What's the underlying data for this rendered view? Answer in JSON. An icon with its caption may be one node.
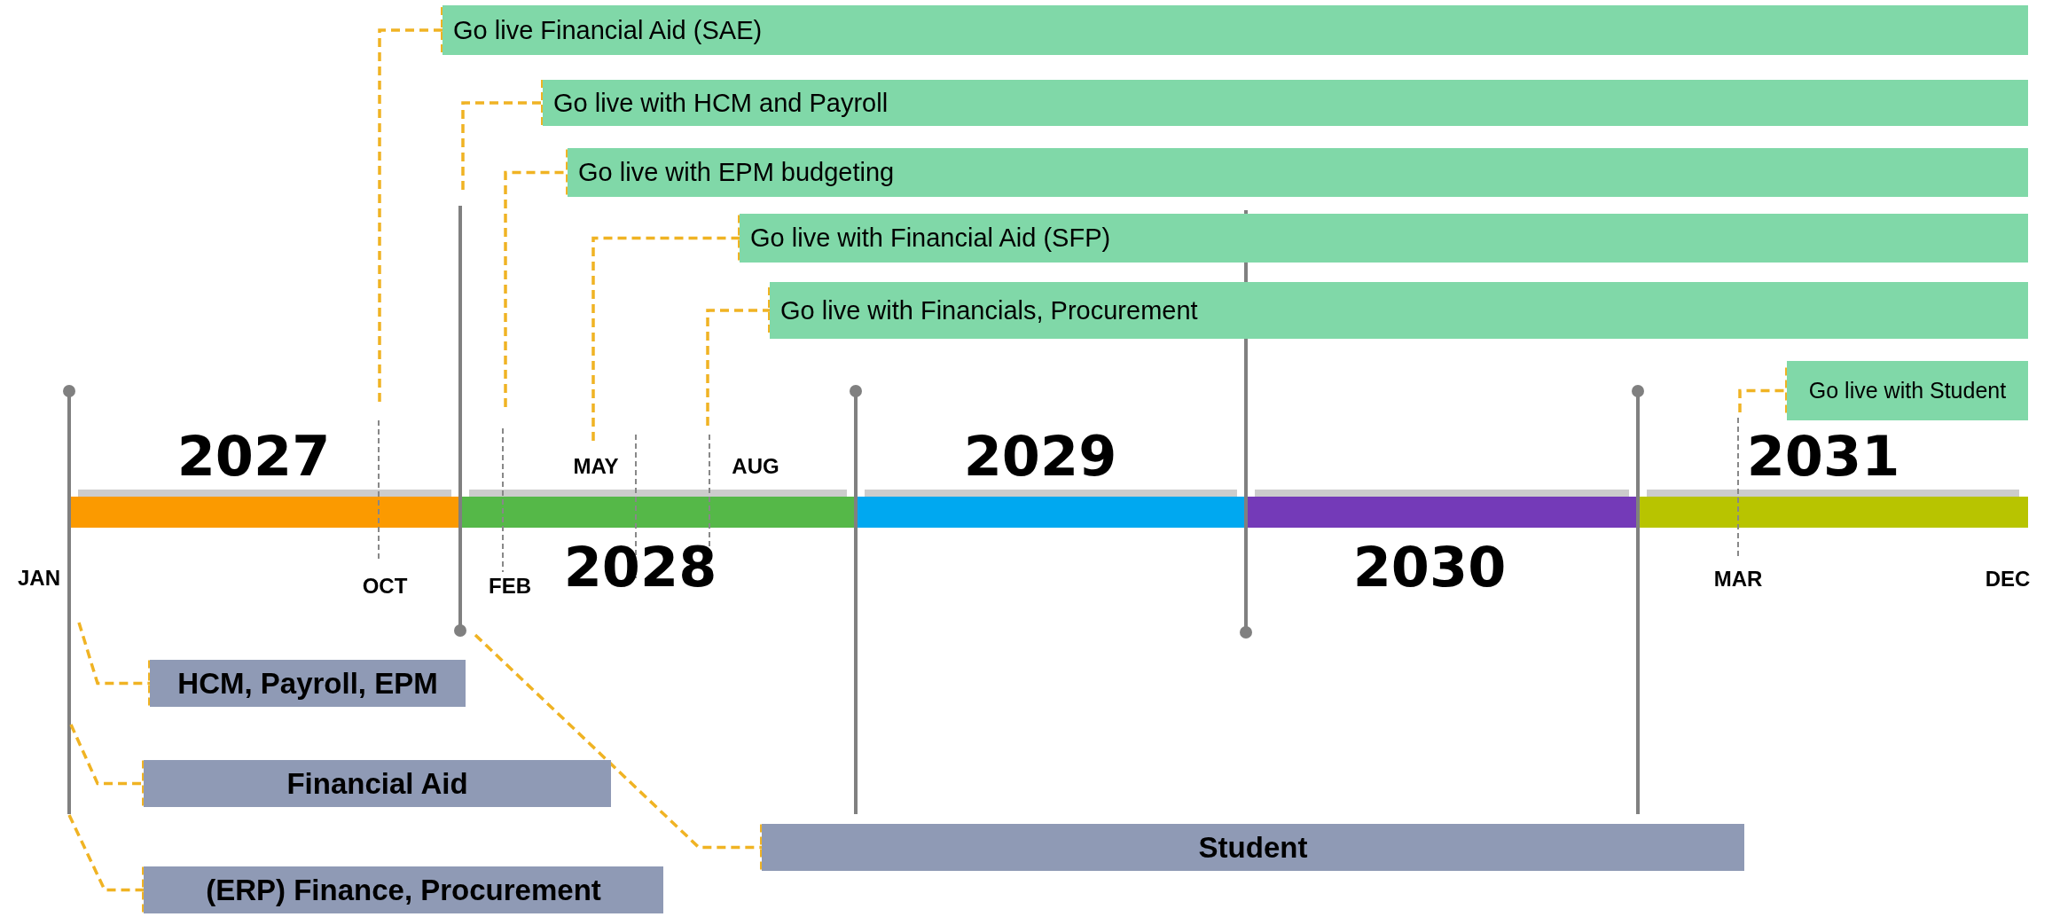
{
  "diagram": {
    "nodes": [
      {
        "text": [
          "Go live Financial Aid (SAE)"
        ]
      },
      {
        "text": [
          "Go live with HCM and Payroll"
        ]
      },
      {
        "text": [
          "Go live with EPM budgeting"
        ]
      },
      {
        "text": [
          "Go live with Financial Aid (SFP)"
        ]
      },
      {
        "text": [
          "Go live with Financials, Procurement"
        ]
      },
      {
        "text": [
          "Go live with Student"
        ]
      },
      {
        "text": [
          "HCM, Payroll, EPM"
        ]
      },
      {
        "text": [
          "Financial Aid"
        ]
      },
      {
        "text": [
          "(ERP) Finance, Procurement"
        ]
      },
      {
        "text": [
          "Student"
        ]
      }
    ],
    "edges": [
      {
        "from": null,
        "to": 0,
        "arrow": "other",
        "style": "dashed"
      },
      {
        "from": null,
        "to": 1,
        "arrow": "other",
        "style": "dashed"
      },
      {
        "from": null,
        "to": 2,
        "arrow": "other",
        "style": "dashed"
      },
      {
        "from": null,
        "to": 3,
        "arrow": "other",
        "style": "dashed"
      },
      {
        "from": null,
        "to": 4,
        "arrow": "other",
        "style": "dashed"
      },
      {
        "from": null,
        "to": 5,
        "arrow": "other",
        "style": "dashed"
      },
      {
        "from": null,
        "to": 6,
        "arrow": "other",
        "style": "dashed"
      },
      {
        "from": null,
        "to": 7,
        "arrow": "other",
        "style": "dashed"
      },
      {
        "from": null,
        "to": 8,
        "arrow": "other",
        "style": "dashed"
      },
      {
        "from": null,
        "to": 9,
        "arrow": "other",
        "style": "dashed"
      }
    ],
    "labels": [
      "2027",
      "MAY",
      "AUG",
      "2029",
      "2031",
      "JAN",
      "OCT",
      "FEB",
      "2028",
      "2030",
      "MAR",
      "DEC"
    ]
  }
}
